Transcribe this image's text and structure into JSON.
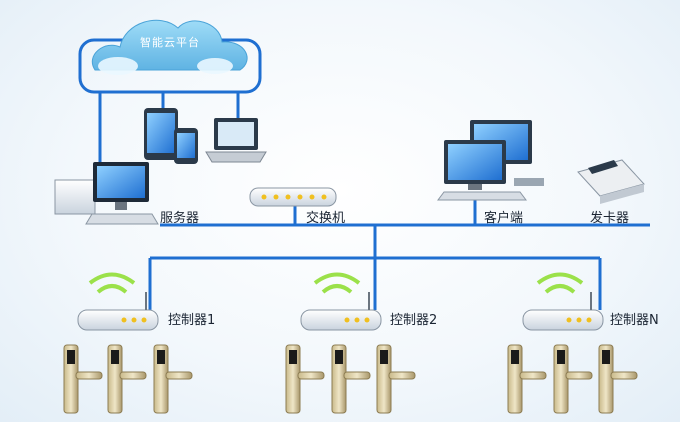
{
  "cloud": {
    "label": "智能云平台"
  },
  "devices": {
    "server": "服务器",
    "switch": "交换机",
    "client": "客户端",
    "card_issuer": "发卡器"
  },
  "controllers": [
    {
      "label": "控制器1"
    },
    {
      "label": "控制器2"
    },
    {
      "label": "控制器N"
    }
  ],
  "colors": {
    "line": "#1f6fd1",
    "cloud": "#7cc8ee",
    "wifi": "#9be14a"
  }
}
